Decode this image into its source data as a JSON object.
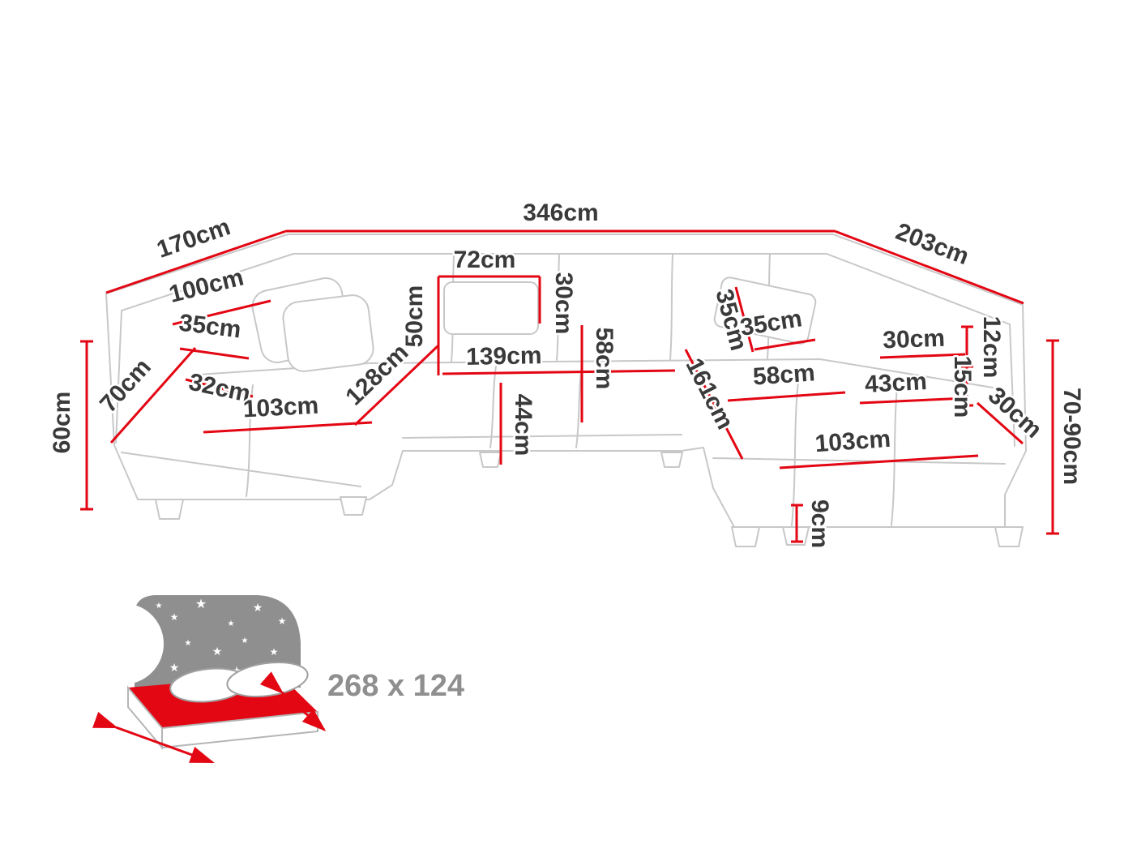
{
  "diagram": {
    "title": "corner-sofa-dimensions",
    "labels": {
      "d346": "346cm",
      "d170": "170cm",
      "d203": "203cm",
      "d100": "100cm",
      "d35_left": "35cm",
      "d70_left": "70cm",
      "d32": "32cm",
      "d103_left": "103cm",
      "d60": "60cm",
      "d72": "72cm",
      "d50": "50cm",
      "d30_top": "30cm",
      "d139": "139cm",
      "d128": "128cm",
      "d58_center": "58cm",
      "d44": "44cm",
      "d35_mid_rot": "35cm",
      "d35_mid": "35cm",
      "d161": "161cm",
      "d58_right": "58cm",
      "d30_right": "30cm",
      "d43": "43cm",
      "d12": "12cm",
      "d15": "15cm",
      "d30_diag": "30cm",
      "d70_90": "70-90cm",
      "d103_right": "103cm",
      "d9": "9cm"
    },
    "colors": {
      "dimension_red": "#e30613",
      "sofa_outline_gray": "#c8c8c8",
      "label_dark": "#3a3a3a",
      "bed_gray": "#8f8f8f",
      "bed_red": "#e30613"
    }
  },
  "bed": {
    "size_label": "268 x 124",
    "star_glyph": "★"
  }
}
